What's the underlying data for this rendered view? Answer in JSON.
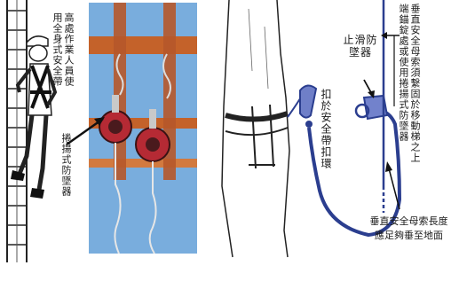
{
  "left": {
    "note_worker": "高處作業人員使用全身式安全帶",
    "note_device": "捲揚式防墜器"
  },
  "right": {
    "note_clip": "扣於安全帶扣環",
    "note_arrester": "止滑防墜器",
    "note_anchor": "垂直安全母索須繫固於移動梯之上端錨錠處或使用捲揚式防墜器",
    "note_length_line1": "垂直安全母索長度",
    "note_length_line2": "應足夠垂至地面"
  },
  "colors": {
    "photo_sky": "#6fa6d9",
    "photo_beam": "#c4622a",
    "device_red": "#b52a34",
    "rope_blue": "#2b3e8f"
  }
}
